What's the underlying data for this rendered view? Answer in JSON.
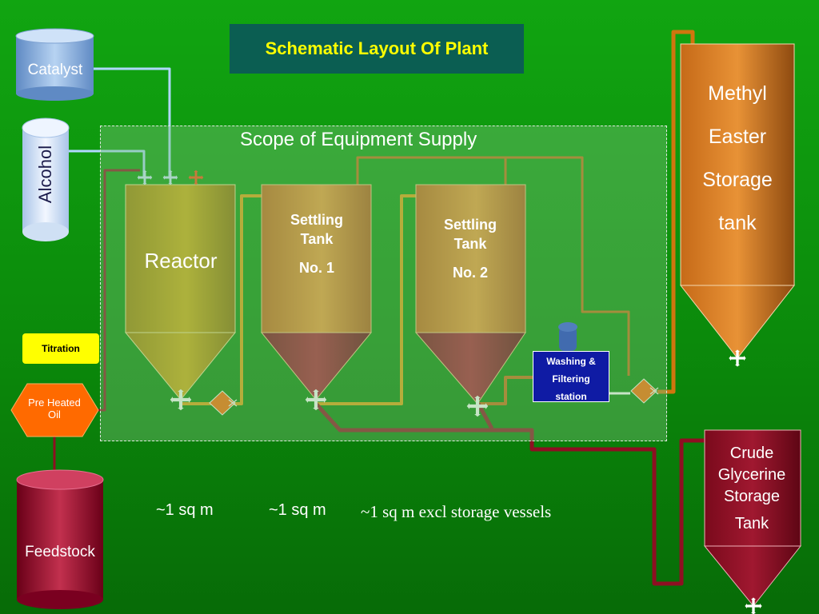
{
  "title": "Schematic Layout Of Plant",
  "scope_label": "Scope of Equipment Supply",
  "inputs": {
    "catalyst": "Catalyst",
    "alcohol": "Alcohol",
    "preheated_oil": [
      "Pre Heated",
      "Oil"
    ],
    "feedstock": "Feedstock"
  },
  "titration": "Titration",
  "reactor": "Reactor",
  "settling_tank_1": [
    "Settling",
    "Tank",
    "No. 1"
  ],
  "settling_tank_2": [
    "Settling",
    "Tank",
    "No. 2"
  ],
  "washing_station": [
    "Washing &",
    "Filtering",
    "station"
  ],
  "methyl_storage": [
    "Methyl",
    "Easter",
    "Storage",
    "tank"
  ],
  "glycerine_storage": [
    "Crude",
    "Glycerine",
    "Storage",
    "Tank"
  ],
  "area_notes": [
    "~1 sq m",
    "~1 sq m",
    "~1 sq m excl storage vessels"
  ],
  "colors": {
    "background": "#0b8a0b",
    "reactor": "#c8a010",
    "settling_tank": "#e8882a",
    "glycerine_pipe": "#8e0f22",
    "product_pipe": "#d88a14",
    "feed_pipe": "#b0d8ff",
    "title_text": "#ffff00"
  }
}
